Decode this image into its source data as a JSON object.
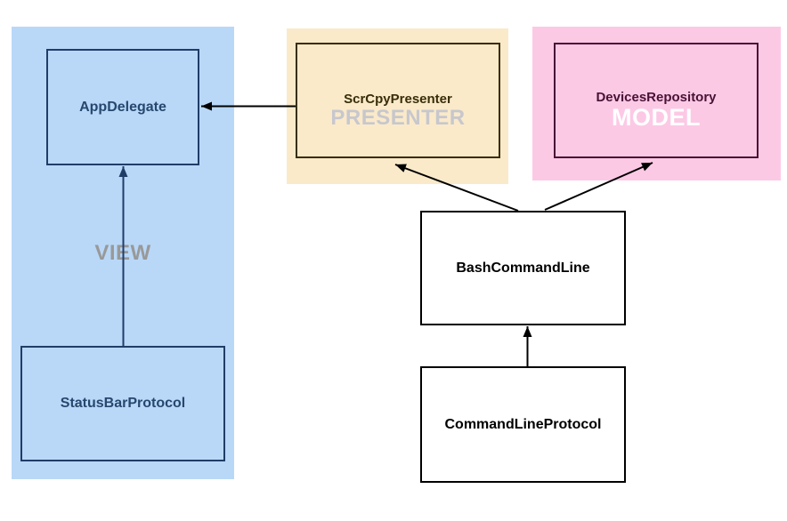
{
  "diagram": {
    "title": "MVP architecture diagram",
    "colors": {
      "view_bg": "#B9D8F8",
      "view_accent": "#1F3D67",
      "view_watermark_color": "#999999",
      "presenter_bg": "#FAEACA",
      "presenter_accent": "#382E08",
      "presenter_watermark_color": "#C7C7CD",
      "model_bg": "#FCC9E5",
      "model_accent": "#481236",
      "model_watermark_color": "#FFFFFF",
      "plain_box_border": "#000000",
      "arrow_black": "#000000",
      "arrow_navy": "#1F3D67",
      "canvas_bg": "#FFFFFF"
    },
    "regions": {
      "view": {
        "watermark": "VIEW"
      },
      "presenter": {
        "watermark": "PRESENTER"
      },
      "model": {
        "watermark": "MODEL"
      }
    },
    "nodes": {
      "app_delegate": {
        "label": "AppDelegate"
      },
      "status_bar_protocol": {
        "label": "StatusBarProtocol"
      },
      "scrcpy_presenter": {
        "label": "ScrCpyPresenter"
      },
      "devices_repository": {
        "label": "DevicesRepository"
      },
      "bash_command_line": {
        "label": "BashCommandLine"
      },
      "command_line_protocol": {
        "label": "CommandLineProtocol"
      }
    },
    "edges": [
      {
        "from": "ScrCpyPresenter",
        "to": "AppDelegate"
      },
      {
        "from": "StatusBarProtocol",
        "to": "AppDelegate"
      },
      {
        "from": "BashCommandLine",
        "to": "ScrCpyPresenter"
      },
      {
        "from": "BashCommandLine",
        "to": "DevicesRepository"
      },
      {
        "from": "CommandLineProtocol",
        "to": "BashCommandLine"
      }
    ]
  }
}
